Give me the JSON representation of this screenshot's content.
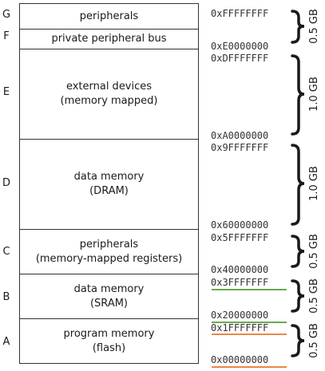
{
  "regions": [
    {
      "id": "G",
      "letter": "G",
      "line1": "peripherals",
      "line2": ""
    },
    {
      "id": "F",
      "letter": "F",
      "line1": "private peripheral bus",
      "line2": ""
    },
    {
      "id": "E",
      "letter": "E",
      "line1": "external devices",
      "line2": "(memory mapped)"
    },
    {
      "id": "D",
      "letter": "D",
      "line1": "data memory",
      "line2": "(DRAM)"
    },
    {
      "id": "C",
      "letter": "C",
      "line1": "peripherals",
      "line2": "(memory-mapped registers)"
    },
    {
      "id": "B",
      "letter": "B",
      "line1": "data memory",
      "line2": "(SRAM)"
    },
    {
      "id": "A",
      "letter": "A",
      "line1": "program memory",
      "line2": "(flash)"
    }
  ],
  "addresses": {
    "g_top": "0xFFFFFFFF",
    "f_bottom": "0xE0000000",
    "e_top": "0xDFFFFFFF",
    "e_bottom": "0xA0000000",
    "d_top": "0x9FFFFFFF",
    "d_bottom": "0x60000000",
    "c_top": "0x5FFFFFFF",
    "c_bottom": "0x40000000",
    "b_top": "0x3FFFFFFF",
    "b_bottom": "0x20000000",
    "a_top": "0x1FFFFFFF",
    "a_bottom": "0x00000000"
  },
  "sizes": {
    "gf": "0.5 GB",
    "e": "1.0 GB",
    "d": "1.0 GB",
    "c": "0.5 GB",
    "b": "0.5 GB",
    "a": "0.5 GB"
  },
  "colors": {
    "sram_underline": "#6aa84f",
    "flash_underline": "#e8874a"
  }
}
